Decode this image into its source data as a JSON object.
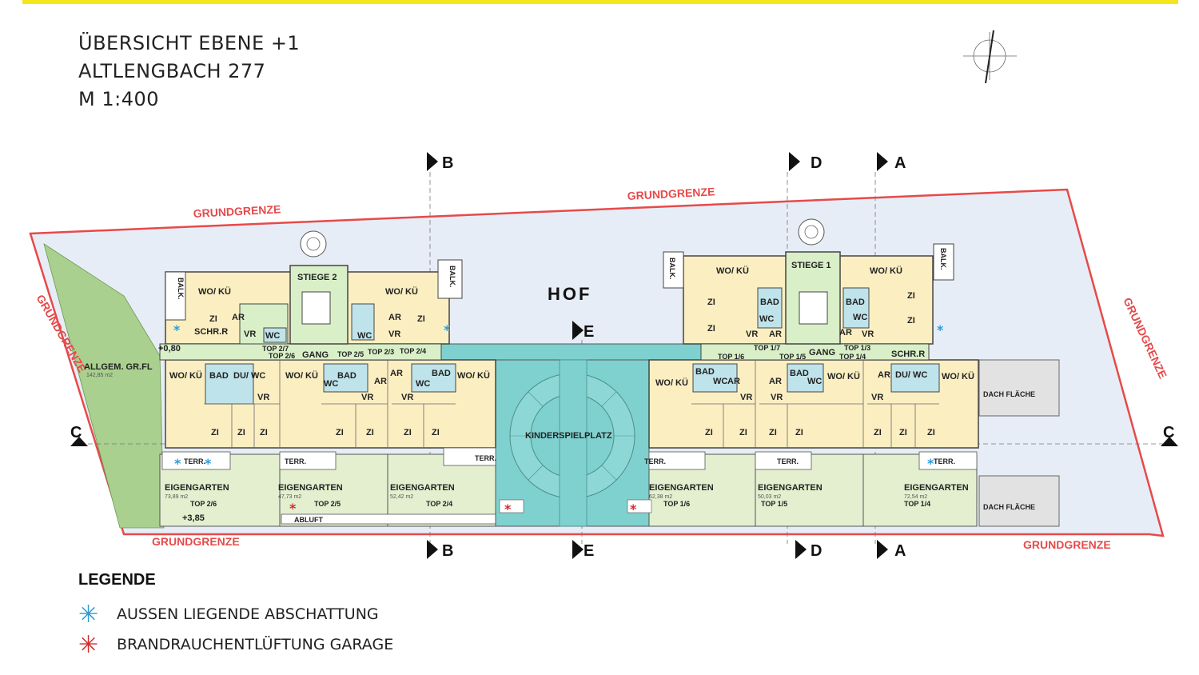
{
  "header": {
    "line1": "ÜBERSICHT EBENE +1",
    "line2": "ALTLENGBACH 277",
    "line3": "M 1:400"
  },
  "plan": {
    "boundary_label": "GRUNDGRENZE",
    "court_label": "HOF",
    "playground_label": "KINDERSPIELPLATZ",
    "common_area_label": "ALLGEM. GR.FL",
    "common_area_size": "142,85 m2",
    "level_mark_1": "+0,80",
    "level_mark_2": "+3,85",
    "exhaust_label": "ABLUFT",
    "roof_label": "DACH FLÄCHE",
    "stair_1": "STIEGE 1",
    "stair_2": "STIEGE 2",
    "corridor_label": "GANG",
    "room_living": "WO/ KÜ",
    "room_zi": "ZI",
    "room_bad": "BAD",
    "room_wc": "WC",
    "room_du_wc": "DU/ WC",
    "room_ar": "AR",
    "room_vr": "VR",
    "room_schr": "SCHR.R",
    "room_balk": "BALK.",
    "room_terr": "TERR.",
    "garden_label": "EIGENGARTEN",
    "units": {
      "u26": "TOP 2/6",
      "u25": "TOP 2/5",
      "u24": "TOP 2/4",
      "u23": "TOP 2/3",
      "u27": "TOP 2/7",
      "u16": "TOP 1/6",
      "u15": "TOP 1/5",
      "u14": "TOP 1/4",
      "u13": "TOP 1/3",
      "u17": "TOP 1/7"
    },
    "garden_areas": {
      "g26": "73,89 m2",
      "g25": "47,73 m2",
      "g24": "52,42 m2",
      "g16": "62,38 m2",
      "g15": "50,03 m2",
      "g14": "72,54 m2"
    },
    "section_marks": {
      "a": "A",
      "b": "B",
      "c": "C",
      "d": "D",
      "e": "E"
    }
  },
  "legend": {
    "title": "LEGENDE",
    "item1": "AUSSEN LIEGENDE ABSCHATTUNG",
    "item2": "BRANDRAUCHENTLÜFTUNG GARAGE",
    "color_item1": "#2e9bd6",
    "color_item2": "#d42a2a"
  },
  "colors": {
    "plot": "#e7edf6",
    "green_area": "#a9d08e",
    "garden": "#e3efcf",
    "apartment": "#fbefc2",
    "bath": "#bfe3ea",
    "hall": "#d9efc8",
    "court": "#7fd1cf",
    "roof": "#e2e2e2",
    "boundary": "#e64a4a"
  }
}
